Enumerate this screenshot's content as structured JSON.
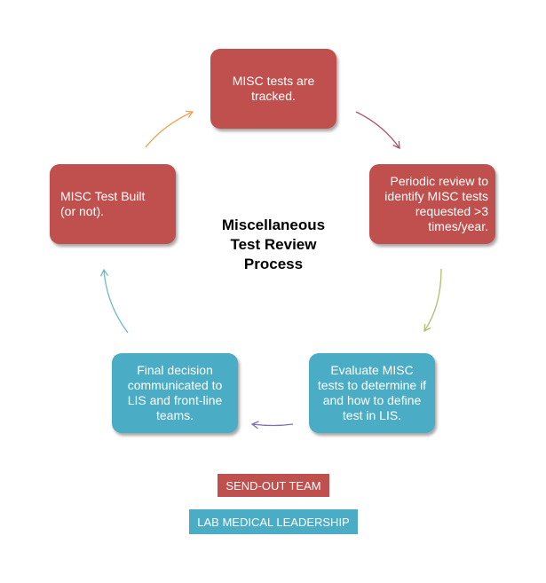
{
  "diagram": {
    "center_title_lines": [
      "Miscellaneous",
      "Test Review",
      "Process"
    ],
    "nodes": {
      "tracked": "MISC tests are tracked.",
      "periodic": "Periodic review to identify MISC tests requested >3 times/year.",
      "evaluate": "Evaluate MISC tests to determine if and how to define test in LIS.",
      "final": "Final decision communicated to LIS and front-line teams.",
      "built": "MISC Test Built (or not)."
    },
    "legend": {
      "sendout": "SEND-OUT TEAM",
      "lab": "LAB MEDICAL LEADERSHIP"
    },
    "colors": {
      "send_out_team": "#c0504d",
      "lab_medical_leadership": "#4bacc6",
      "arrow_tracked_to_periodic": "#b0506a",
      "arrow_periodic_to_evaluate": "#a8c070",
      "arrow_evaluate_to_final": "#8070b0",
      "arrow_final_to_built": "#6cb8cc",
      "arrow_built_to_tracked": "#f0a050"
    }
  }
}
